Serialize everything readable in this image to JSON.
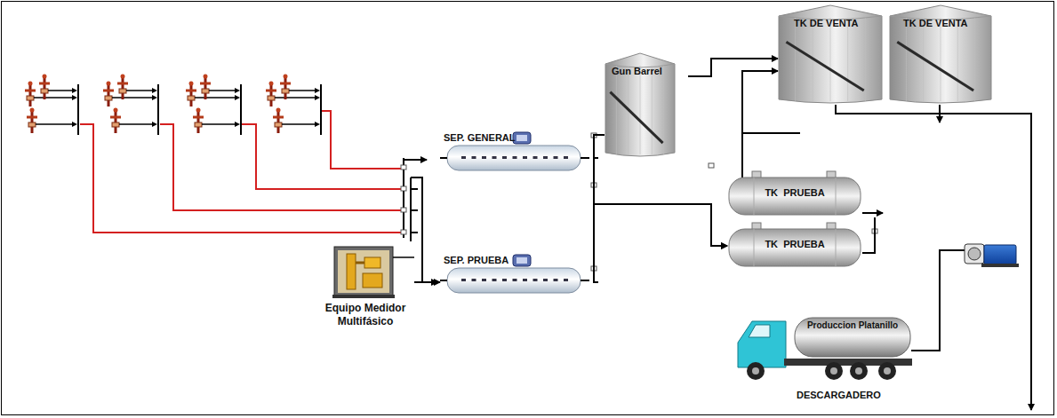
{
  "diagram": {
    "nodes": [
      {
        "text": [
          "SEP. GENERAL"
        ]
      },
      {
        "text": [
          "SEP. PRUEBA"
        ]
      },
      {
        "text": [
          "Equipo Medidor Multifásico"
        ]
      },
      {
        "text": [
          "Gun Barrel"
        ]
      },
      {
        "text": [
          "TK DE VENTA"
        ]
      },
      {
        "text": [
          "TK DE VENTA"
        ]
      },
      {
        "text": [
          "TK  PRUEBA"
        ]
      },
      {
        "text": [
          "TK  PRUEBA"
        ]
      },
      {
        "text": [
          "Produccion Platanillo"
        ]
      }
    ],
    "edges": [
      {
        "from": 2,
        "to": 1,
        "arrow": "to"
      },
      {
        "from": 0,
        "to": 3,
        "arrow": "none"
      },
      {
        "from": 0,
        "to": 7,
        "arrow": "to"
      },
      {
        "from": 1,
        "to": 7,
        "arrow": "to"
      },
      {
        "from": 3,
        "to": 4,
        "arrow": "to"
      },
      {
        "from": 6,
        "to": 4,
        "arrow": "to"
      }
    ],
    "labels": [
      "DESCARGADERO"
    ]
  }
}
